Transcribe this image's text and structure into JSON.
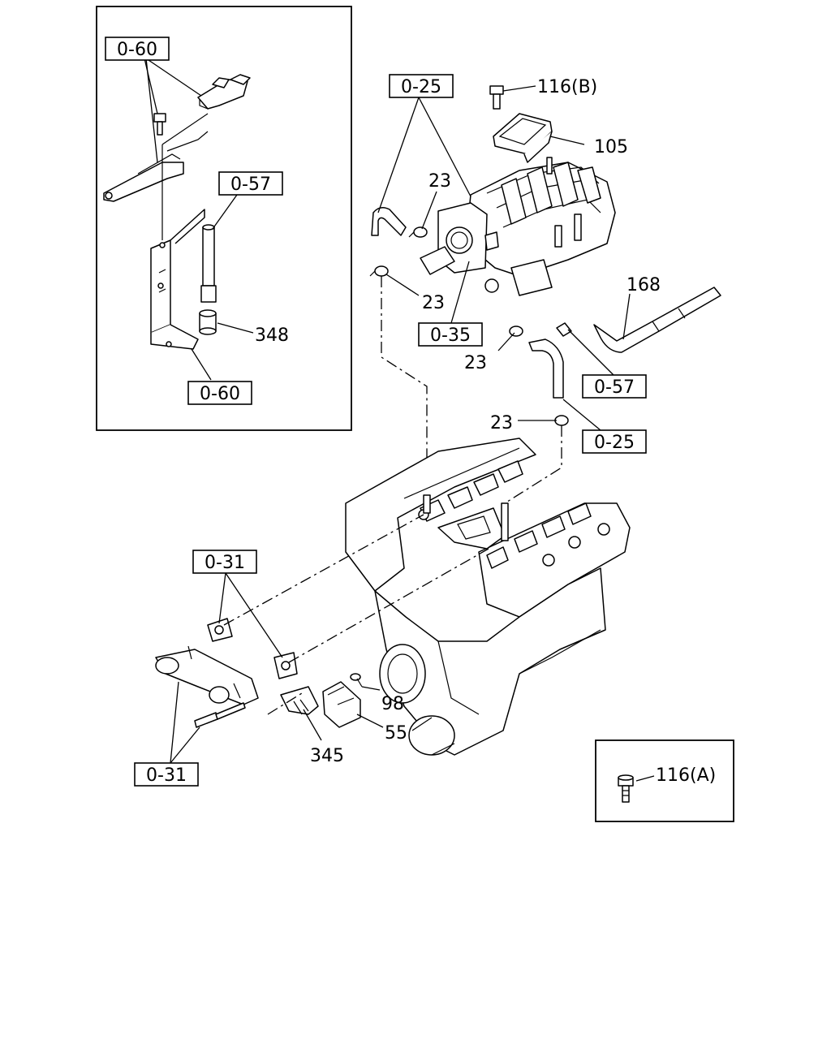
{
  "diagram": {
    "reference_boxes": {
      "inset_top": "0-60",
      "inset_bottom": "0-60",
      "inset_pipe": "0-57",
      "manifold_hose": "0-25",
      "throttle": "0-35",
      "pcv_hose": "0-57",
      "lower_hose": "0-25",
      "water_outlet": "0-31",
      "water_outlet_bolt": "0-31"
    },
    "part_numbers": {
      "bolt_b": "116(B)",
      "ecm": "105",
      "clamp_top": "23",
      "clamp_mid": "23",
      "clamp_low": "23",
      "clamp_bottom": "23",
      "hose": "168",
      "cushion": "348",
      "screw": "98",
      "sensor": "55",
      "bracket": "345",
      "bolt_a": "116(A)"
    }
  }
}
